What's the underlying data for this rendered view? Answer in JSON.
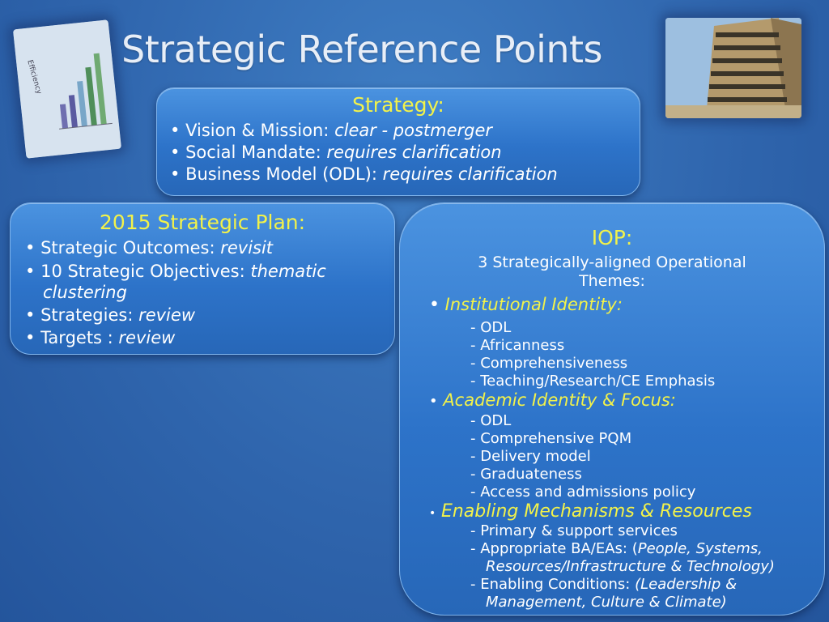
{
  "title": "Strategic Reference Points",
  "images": {
    "left_icon": "chart-thumbnail",
    "left_chart_text": "Efficiency",
    "right_icon": "building-thumbnail"
  },
  "strategy": {
    "heading": "Strategy:",
    "items": [
      {
        "label": "Vision & Mission: ",
        "value": "clear - postmerger"
      },
      {
        "label": "Social Mandate: ",
        "value": "requires clarification"
      },
      {
        "label": "Business Model (ODL): ",
        "value": "requires clarification"
      }
    ]
  },
  "plan": {
    "heading": "2015 Strategic Plan:",
    "items": [
      {
        "label": "Strategic Outcomes: ",
        "value": "revisit"
      },
      {
        "label": "10 Strategic Objectives: ",
        "value": "thematic",
        "value2": "clustering"
      },
      {
        "label": "Strategies: ",
        "value": "review"
      },
      {
        "label": "Targets : ",
        "value": "review"
      }
    ]
  },
  "iop": {
    "heading": "IOP:",
    "subtitle_line1": "3 Strategically-aligned Operational",
    "subtitle_line2": "Themes:",
    "themes": [
      {
        "title": "Institutional Identity:",
        "items": [
          "- ODL",
          "- Africanness",
          "- Comprehensiveness",
          "- Teaching/Research/CE Emphasis"
        ]
      },
      {
        "title": "Academic Identity & Focus:",
        "items": [
          "-  ODL",
          "-  Comprehensive PQM",
          "-  Delivery model",
          "-  Graduateness",
          "-  Access and admissions policy"
        ]
      },
      {
        "title": "Enabling Mechanisms & Resources",
        "items": [
          {
            "text": "- Primary & support services"
          },
          {
            "text": "-  Appropriate BA/EAs: (",
            "italic": "People, Systems,",
            "italic2": "Resources/Infrastructure & Technology)"
          },
          {
            "text": "-  Enabling Conditions: ",
            "italic": "(Leadership &",
            "italic2": "Management, Culture & Climate)"
          }
        ]
      }
    ]
  },
  "bullet": "•",
  "colors": {
    "accent": "#f2f24a",
    "text": "#ffffff",
    "background": "#2f65ad",
    "box": "#3a82d6"
  }
}
